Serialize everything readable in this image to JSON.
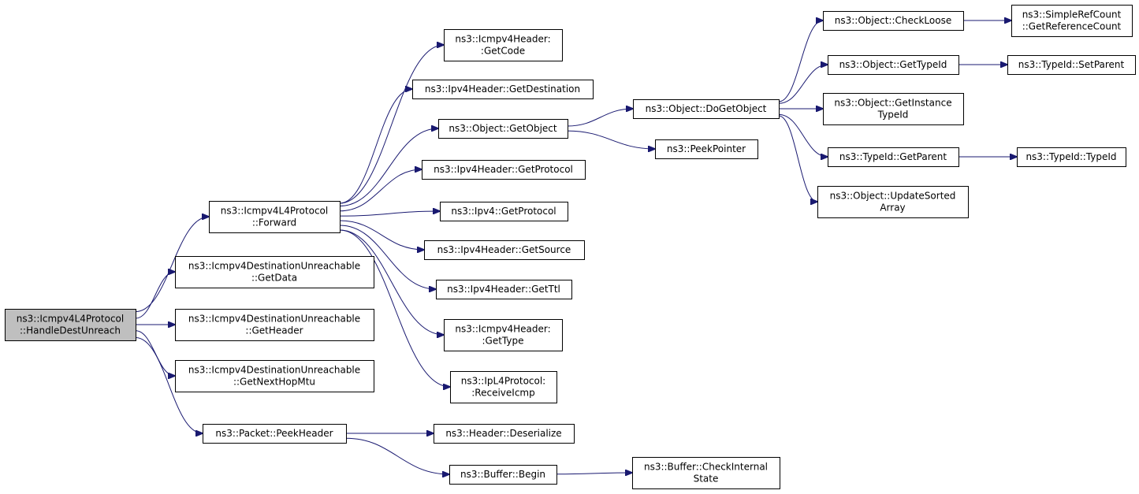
{
  "nodes": [
    {
      "id": "root",
      "lines": [
        "ns3::Icmpv4L4Protocol",
        "::HandleDestUnreach"
      ],
      "root": true
    },
    {
      "id": "fwd",
      "lines": [
        "ns3::Icmpv4L4Protocol",
        "::Forward"
      ]
    },
    {
      "id": "gdata",
      "lines": [
        "ns3::Icmpv4DestinationUnreachable",
        "::GetData"
      ]
    },
    {
      "id": "ghdr",
      "lines": [
        "ns3::Icmpv4DestinationUnreachable",
        "::GetHeader"
      ]
    },
    {
      "id": "gmtu",
      "lines": [
        "ns3::Icmpv4DestinationUnreachable",
        "::GetNextHopMtu"
      ]
    },
    {
      "id": "peekhdr",
      "lines": [
        "ns3::Packet::PeekHeader"
      ]
    },
    {
      "id": "gcode",
      "lines": [
        "ns3::Icmpv4Header:",
        ":GetCode"
      ]
    },
    {
      "id": "gdest",
      "lines": [
        "ns3::Ipv4Header::GetDestination"
      ]
    },
    {
      "id": "gobj",
      "lines": [
        "ns3::Object::GetObject"
      ]
    },
    {
      "id": "gproto4h",
      "lines": [
        "ns3::Ipv4Header::GetProtocol"
      ]
    },
    {
      "id": "gproto4",
      "lines": [
        "ns3::Ipv4::GetProtocol"
      ]
    },
    {
      "id": "gsrc",
      "lines": [
        "ns3::Ipv4Header::GetSource"
      ]
    },
    {
      "id": "gttl",
      "lines": [
        "ns3::Ipv4Header::GetTtl"
      ]
    },
    {
      "id": "gtype",
      "lines": [
        "ns3::Icmpv4Header:",
        ":GetType"
      ]
    },
    {
      "id": "recv",
      "lines": [
        "ns3::IpL4Protocol:",
        ":ReceiveIcmp"
      ]
    },
    {
      "id": "deser",
      "lines": [
        "ns3::Header::Deserialize"
      ]
    },
    {
      "id": "bbegin",
      "lines": [
        "ns3::Buffer::Begin"
      ]
    },
    {
      "id": "doget",
      "lines": [
        "ns3::Object::DoGetObject"
      ]
    },
    {
      "id": "peekptr",
      "lines": [
        "ns3::PeekPointer"
      ]
    },
    {
      "id": "bcheck",
      "lines": [
        "ns3::Buffer::CheckInternal",
        "State"
      ]
    },
    {
      "id": "chkloose",
      "lines": [
        "ns3::Object::CheckLoose"
      ]
    },
    {
      "id": "otypeid",
      "lines": [
        "ns3::Object::GetTypeId"
      ]
    },
    {
      "id": "oinst",
      "lines": [
        "ns3::Object::GetInstance",
        "TypeId"
      ]
    },
    {
      "id": "tparent",
      "lines": [
        "ns3::TypeId::GetParent"
      ]
    },
    {
      "id": "upd",
      "lines": [
        "ns3::Object::UpdateSorted",
        "Array"
      ]
    },
    {
      "id": "srefcnt",
      "lines": [
        "ns3::SimpleRefCount",
        "::GetReferenceCount"
      ]
    },
    {
      "id": "setpar",
      "lines": [
        "ns3::TypeId::SetParent"
      ]
    },
    {
      "id": "tid",
      "lines": [
        "ns3::TypeId::TypeId"
      ]
    }
  ],
  "edges": [
    [
      "root",
      "fwd"
    ],
    [
      "root",
      "gdata"
    ],
    [
      "root",
      "ghdr"
    ],
    [
      "root",
      "gmtu"
    ],
    [
      "root",
      "peekhdr"
    ],
    [
      "fwd",
      "gcode"
    ],
    [
      "fwd",
      "gdest"
    ],
    [
      "fwd",
      "gobj"
    ],
    [
      "fwd",
      "gproto4h"
    ],
    [
      "fwd",
      "gproto4"
    ],
    [
      "fwd",
      "gsrc"
    ],
    [
      "fwd",
      "gttl"
    ],
    [
      "fwd",
      "gtype"
    ],
    [
      "fwd",
      "recv"
    ],
    [
      "peekhdr",
      "deser"
    ],
    [
      "peekhdr",
      "bbegin"
    ],
    [
      "gobj",
      "doget"
    ],
    [
      "gobj",
      "peekptr"
    ],
    [
      "bbegin",
      "bcheck"
    ],
    [
      "doget",
      "chkloose"
    ],
    [
      "doget",
      "otypeid"
    ],
    [
      "doget",
      "oinst"
    ],
    [
      "doget",
      "tparent"
    ],
    [
      "doget",
      "upd"
    ],
    [
      "chkloose",
      "srefcnt"
    ],
    [
      "otypeid",
      "setpar"
    ],
    [
      "tparent",
      "tid"
    ]
  ]
}
